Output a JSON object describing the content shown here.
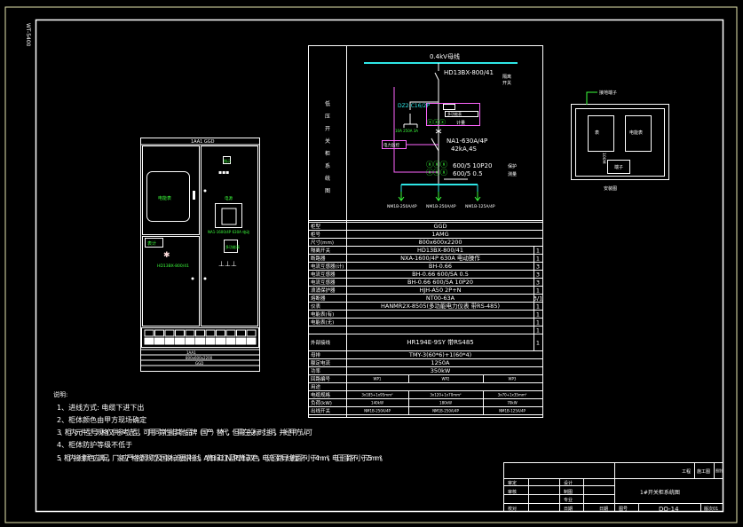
{
  "frame": {
    "side_label": "WT-5400"
  },
  "cabinet": {
    "top_label": "1AA1 GGD",
    "left_panel_label": "电能表",
    "left_box_label": "表计",
    "isolator_label": "HD13BX-800/41",
    "right_indicator": "指示",
    "right_label": "电源",
    "breaker_label": "NA1-1600/4P 630A 电动",
    "meter_label": "多功能表",
    "footer": [
      "1AA1",
      "800x600x2200",
      "GGD"
    ]
  },
  "diagram": {
    "side_title": [
      "低",
      "压",
      "开",
      "关",
      "柜",
      "系",
      "统",
      "图"
    ],
    "bus_label": "0.4kV母线",
    "isolator": "HD13BX-800/41",
    "isolator_note": [
      "隔离",
      "开关"
    ],
    "mcb": "DZ2-C16/2P",
    "mcb_outputs": "10A 250A 3A",
    "meter_box_label": "多功能表",
    "ct_meter_label": "计量",
    "monitor_box": "电力监控",
    "breaker": "NA1-630A/4P",
    "breaker_rating": "42kA,4S",
    "ct1": "600/5 10P20",
    "ct1_note": "保护",
    "ct2": "600/5 0.5",
    "ct2_note": "测量",
    "feeders": [
      "NM1B-250A/4P",
      "NM1B-250A/4P",
      "NM1B-125A/4P"
    ]
  },
  "table": {
    "rows": [
      {
        "label": "柜型",
        "value": "GGD",
        "qty": ""
      },
      {
        "label": "柜号",
        "value": "1AMG",
        "qty": ""
      },
      {
        "label": "尺寸(mm)",
        "value": "800x600x2200",
        "qty": ""
      },
      {
        "label": "隔离开关",
        "value": "HD13BX-800/41",
        "qty": "1"
      },
      {
        "label": "断路器",
        "value": "NXA-1600/4P 630A 电动操作",
        "qty": "1"
      },
      {
        "label": "电流互感器(计)",
        "value": "BH-0.66",
        "qty": "3"
      },
      {
        "label": "电流互感器",
        "value": "BH-0.66  600/5A  0.5",
        "qty": "3"
      },
      {
        "label": "电流互感器",
        "value": "BH-0.66  600/5A  10P20",
        "qty": "3"
      },
      {
        "label": "浪涌保护器",
        "value": "HJH-A50 2P+N",
        "qty": "1"
      },
      {
        "label": "熔断器",
        "value": "NT00-63A",
        "qty": "3/1"
      },
      {
        "label": "仪表",
        "value": "HANMR2X-8505(多功能电力仪表 带RS-485)",
        "qty": "1"
      },
      {
        "label": "电能表(有)",
        "value": "",
        "qty": "1"
      },
      {
        "label": "电能表(无)",
        "value": "",
        "qty": "1"
      },
      {
        "label": "",
        "value": "",
        "qty": "1"
      },
      {
        "label": "外部接线",
        "value": "HR194E-9SY 带RS485",
        "qty": "1",
        "tall": true
      },
      {
        "label": "母排",
        "value": "TMY-3(60*6)+1(60*4)",
        "qty": ""
      },
      {
        "label": "额定电流",
        "value": "1250A",
        "qty": ""
      },
      {
        "label": "功率",
        "value": "350kW",
        "qty": ""
      }
    ],
    "split_rows": [
      {
        "label": "回路编号",
        "values": [
          "WP1",
          "WP2",
          "WP3"
        ]
      },
      {
        "label": "用途",
        "values": [
          "",
          "",
          ""
        ],
        "merged": true
      },
      {
        "label": "电缆规格",
        "values": [
          "3x185+1x95mm²",
          "3x120+1x70mm²",
          "3x70+1x35mm²"
        ]
      },
      {
        "label": "负荷(kW)",
        "values": [
          "140kW",
          "180kW",
          "70kW"
        ]
      },
      {
        "label": "出线开关",
        "values": [
          "NM1B-250A/4P",
          "NM1B-250A/4P",
          "NM1B-125A/4P"
        ]
      }
    ]
  },
  "installation": {
    "ground_label": "接地端子",
    "box_left": "表",
    "box_right": "电能表",
    "box_bottom": "端子",
    "vertical_label": "100M",
    "caption": "安装图"
  },
  "notes": {
    "title": "说明:",
    "items": [
      "1、进线方式: 电缆下进下出",
      "2、柜体颜色由甲方现场确定",
      "3、柜内元件型号规格仅供参考选型，可用同等性能其他品牌（国产）替代，但需在投标时注明，并经甲方认可",
      "4、柜体防护等级不低于",
      "5、柜内接线颜色应满足，厂家应严格按照规范及国家标准要求接线，A黄 B绿 C红 N蓝 PE黄绿双色，电流回路导线截面不小于4mm²，电压回路不小于2.5mm²。"
    ]
  },
  "title_block": {
    "project": "工程",
    "stage": "施工图",
    "drawing_label": "图别",
    "roles": [
      "审定",
      "审核",
      "校对",
      "设计",
      "制图",
      "日期"
    ],
    "sub_roles": [
      "专业",
      "负责",
      "比例"
    ],
    "drawing_title": "1#开关柜系统图",
    "date_label": "日期",
    "sheet_label": "图号",
    "drawing_no": "DQ-14",
    "version": "版次01"
  }
}
